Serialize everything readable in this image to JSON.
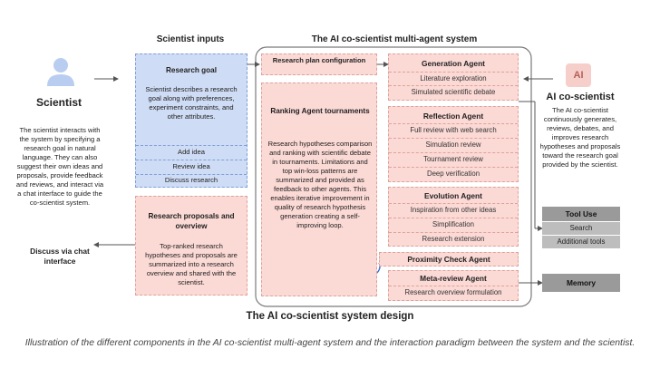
{
  "headers": {
    "scientist_inputs": "Scientist inputs",
    "system": "The AI co-scientist multi-agent system"
  },
  "scientist": {
    "title": "Scientist",
    "description": "The scientist interacts with the system by specifying a research goal in natural language. They can also suggest their own ideas and proposals, provide feedback and reviews, and interact via a chat interface to guide the co-scientist system.",
    "discuss": "Discuss via chat interface"
  },
  "research_goal": {
    "title": "Research goal",
    "description": "Scientist describes a research goal along with preferences, experiment constraints, and other attributes.",
    "actions": [
      "Add idea",
      "Review idea",
      "Discuss research"
    ]
  },
  "proposals": {
    "title": "Research proposals and overview",
    "description": "Top-ranked research hypotheses and proposals are summarized into a research overview and shared with the scientist."
  },
  "plan": {
    "title": "Research plan configuration"
  },
  "ranking": {
    "title": "Ranking Agent tournaments",
    "description": "Research hypotheses comparison and ranking with scientific debate in tournaments. Limitations and top win-loss patterns are summarized and provided as feedback to other agents. This enables iterative improvement in quality of research hypothesis generation creating a self-improving  loop."
  },
  "agents": {
    "generation": {
      "title": "Generation Agent",
      "items": [
        "Literature exploration",
        "Simulated scientific debate"
      ]
    },
    "reflection": {
      "title": "Reflection Agent",
      "items": [
        "Full review with web search",
        "Simulation review",
        "Tournament review",
        "Deep verification"
      ]
    },
    "evolution": {
      "title": "Evolution Agent",
      "items": [
        "Inspiration from other ideas",
        "Simplification",
        "Research extension"
      ]
    },
    "proximity": {
      "title": "Proximity Check Agent"
    },
    "meta": {
      "title": "Meta-review Agent",
      "items": [
        "Research overview formulation"
      ]
    }
  },
  "ai": {
    "icon_text": "AI",
    "title": "AI co-scientist",
    "description": "The AI co-scientist continuously generates, reviews, debates, and improves research hypotheses and proposals toward the research goal provided by the scientist."
  },
  "tool_use": {
    "title": "Tool Use",
    "items": [
      "Search",
      "Additional tools"
    ]
  },
  "memory": {
    "title": "Memory"
  },
  "system_design": "The AI co-scientist system design",
  "caption": "Illustration of the different components in the AI co-scientist multi-agent system and the interaction paradigm between the system and the scientist.",
  "colors": {
    "input_blue": "#cfdcf5",
    "agent_pink": "#fbd9d5",
    "tool_gray": "#9a9a9a",
    "loop_blue": "#3b6fd8"
  }
}
